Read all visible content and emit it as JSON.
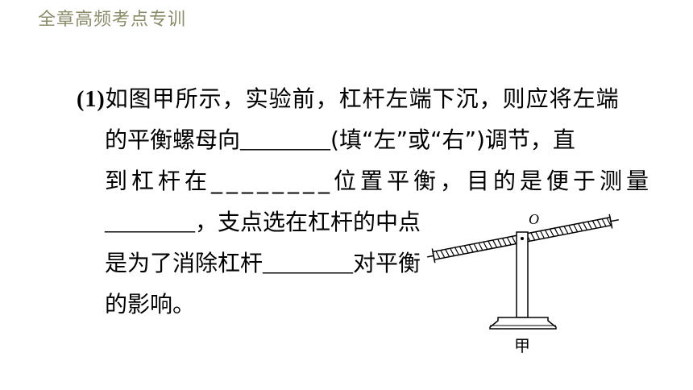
{
  "header": {
    "title": "全章高频考点专训"
  },
  "question": {
    "number": "(1)",
    "line1": "如图甲所示，实验前，杠杆左端下沉，则应将左端",
    "line2_a": "的平衡螺母向",
    "line2_blank": "________",
    "line2_b": "(填“左”或“右”)调节，直",
    "line3": "到杠杆在________位置平衡，目的是便于测量",
    "line4_blank": "________",
    "line4_b": "，支点选在杠杆的中点",
    "line5_a": "是为了消除杠杆",
    "line5_blank": "________",
    "line5_b": "对平衡",
    "line6": "的影响。"
  },
  "figure": {
    "pivot_label": "O",
    "caption": "甲"
  }
}
